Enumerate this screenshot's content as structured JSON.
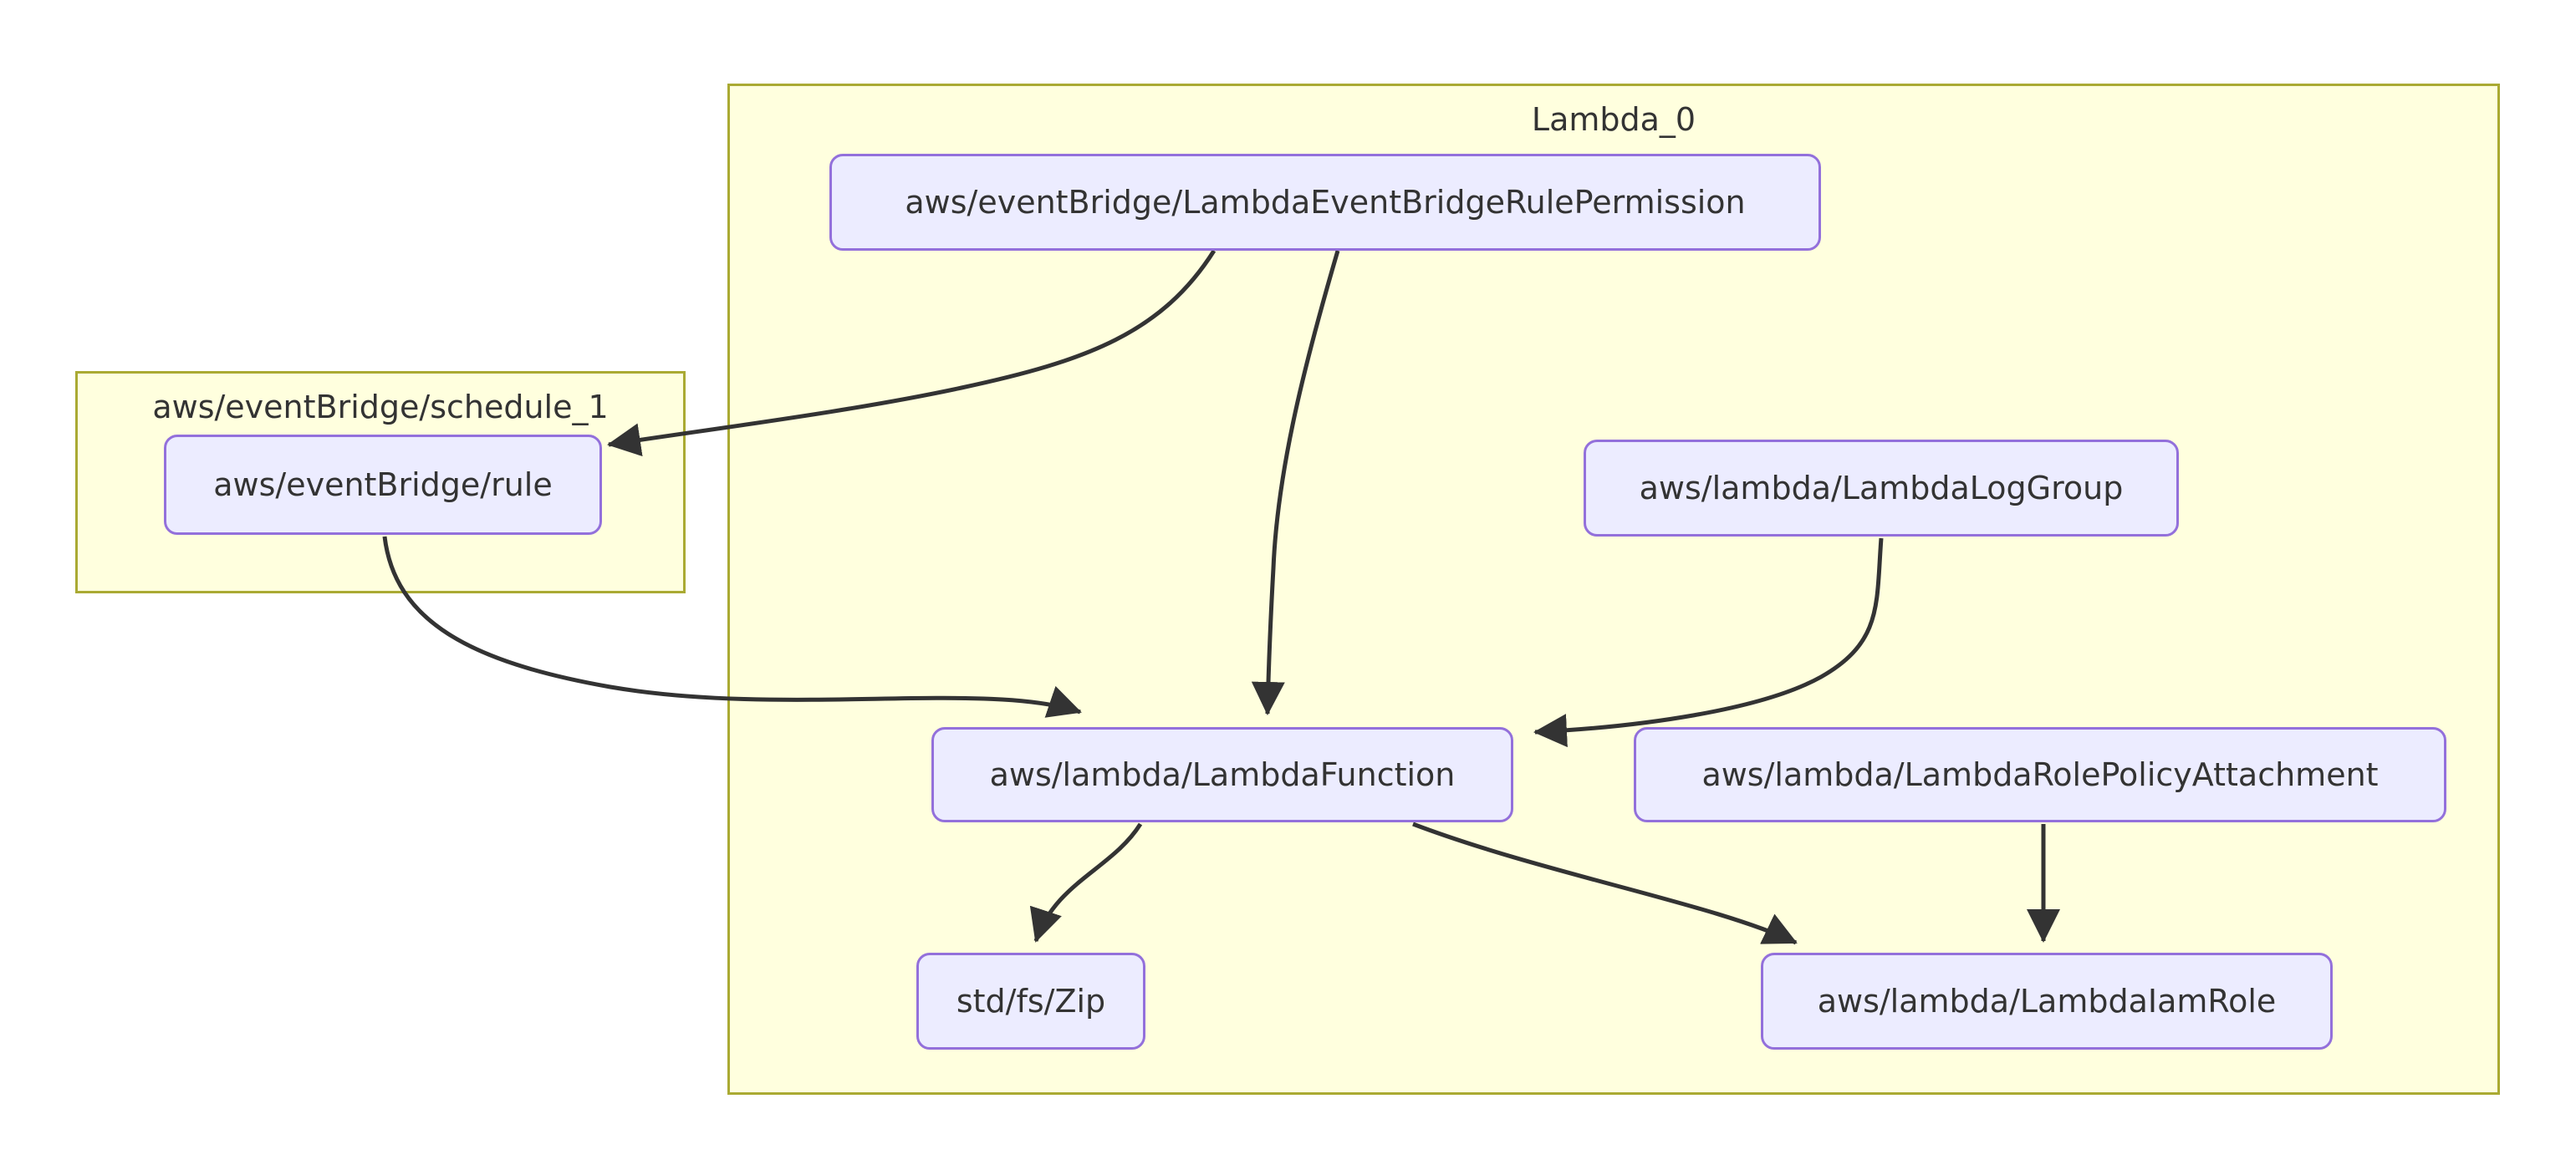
{
  "diagram": {
    "type": "flowchart",
    "clusters": [
      {
        "id": "Lambda_0",
        "label": "Lambda_0"
      },
      {
        "id": "schedule_1",
        "label": "aws/eventBridge/schedule_1"
      }
    ],
    "nodes": [
      {
        "id": "permission",
        "label": "aws/eventBridge/LambdaEventBridgeRulePermission",
        "cluster": "Lambda_0"
      },
      {
        "id": "rule",
        "label": "aws/eventBridge/rule",
        "cluster": "schedule_1"
      },
      {
        "id": "logGroup",
        "label": "aws/lambda/LambdaLogGroup",
        "cluster": "Lambda_0"
      },
      {
        "id": "function",
        "label": "aws/lambda/LambdaFunction",
        "cluster": "Lambda_0"
      },
      {
        "id": "rolePolicyAttachment",
        "label": "aws/lambda/LambdaRolePolicyAttachment",
        "cluster": "Lambda_0"
      },
      {
        "id": "zip",
        "label": "std/fs/Zip",
        "cluster": "Lambda_0"
      },
      {
        "id": "iamRole",
        "label": "aws/lambda/LambdaIamRole",
        "cluster": "Lambda_0"
      }
    ],
    "edges": [
      {
        "from": "aws/eventBridge/LambdaEventBridgeRulePermission",
        "to": "aws/eventBridge/rule"
      },
      {
        "from": "aws/eventBridge/LambdaEventBridgeRulePermission",
        "to": "aws/lambda/LambdaFunction"
      },
      {
        "from": "aws/eventBridge/rule",
        "to": "aws/lambda/LambdaFunction"
      },
      {
        "from": "aws/lambda/LambdaLogGroup",
        "to": "aws/lambda/LambdaFunction"
      },
      {
        "from": "aws/lambda/LambdaFunction",
        "to": "std/fs/Zip"
      },
      {
        "from": "aws/lambda/LambdaFunction",
        "to": "aws/lambda/LambdaIamRole"
      },
      {
        "from": "aws/lambda/LambdaRolePolicyAttachment",
        "to": "aws/lambda/LambdaIamRole"
      }
    ],
    "colors": {
      "cluster_fill": "#FFFFDE",
      "cluster_border": "#AAAA33",
      "node_fill": "#ECECFF",
      "node_border": "#9370DB",
      "edge": "#333333",
      "text": "#333333",
      "background": "#FFFFFF"
    }
  }
}
